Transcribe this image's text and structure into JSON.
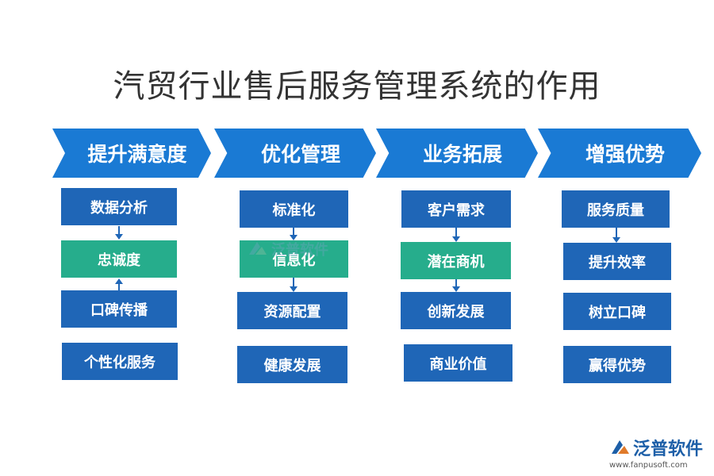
{
  "title": "汽贸行业售后服务管理系统的作用",
  "colors": {
    "chevron_blue": "#1a7ad4",
    "box_blue": "#1f66b7",
    "box_teal": "#26ad8c",
    "arrow": "#1f66b7"
  },
  "columns": [
    {
      "header": "提升满意度",
      "items": [
        "数据分析",
        "忠诚度",
        "口碑传播",
        "个性化服务"
      ]
    },
    {
      "header": "优化管理",
      "items": [
        "标准化",
        "信息化",
        "资源配置",
        "健康发展"
      ]
    },
    {
      "header": "业务拓展",
      "items": [
        "客户需求",
        "潜在商机",
        "创新发展",
        "商业价值"
      ]
    },
    {
      "header": "增强优势",
      "items": [
        "服务质量",
        "提升效率",
        "树立口碑",
        "赢得优势"
      ]
    }
  ],
  "watermark": {
    "text": "泛普软件",
    "icon": "fanpu-logo-icon"
  },
  "logo": {
    "text": "泛普软件",
    "url": "www.fanpusoft.com",
    "icon": "fanpu-logo-icon"
  }
}
